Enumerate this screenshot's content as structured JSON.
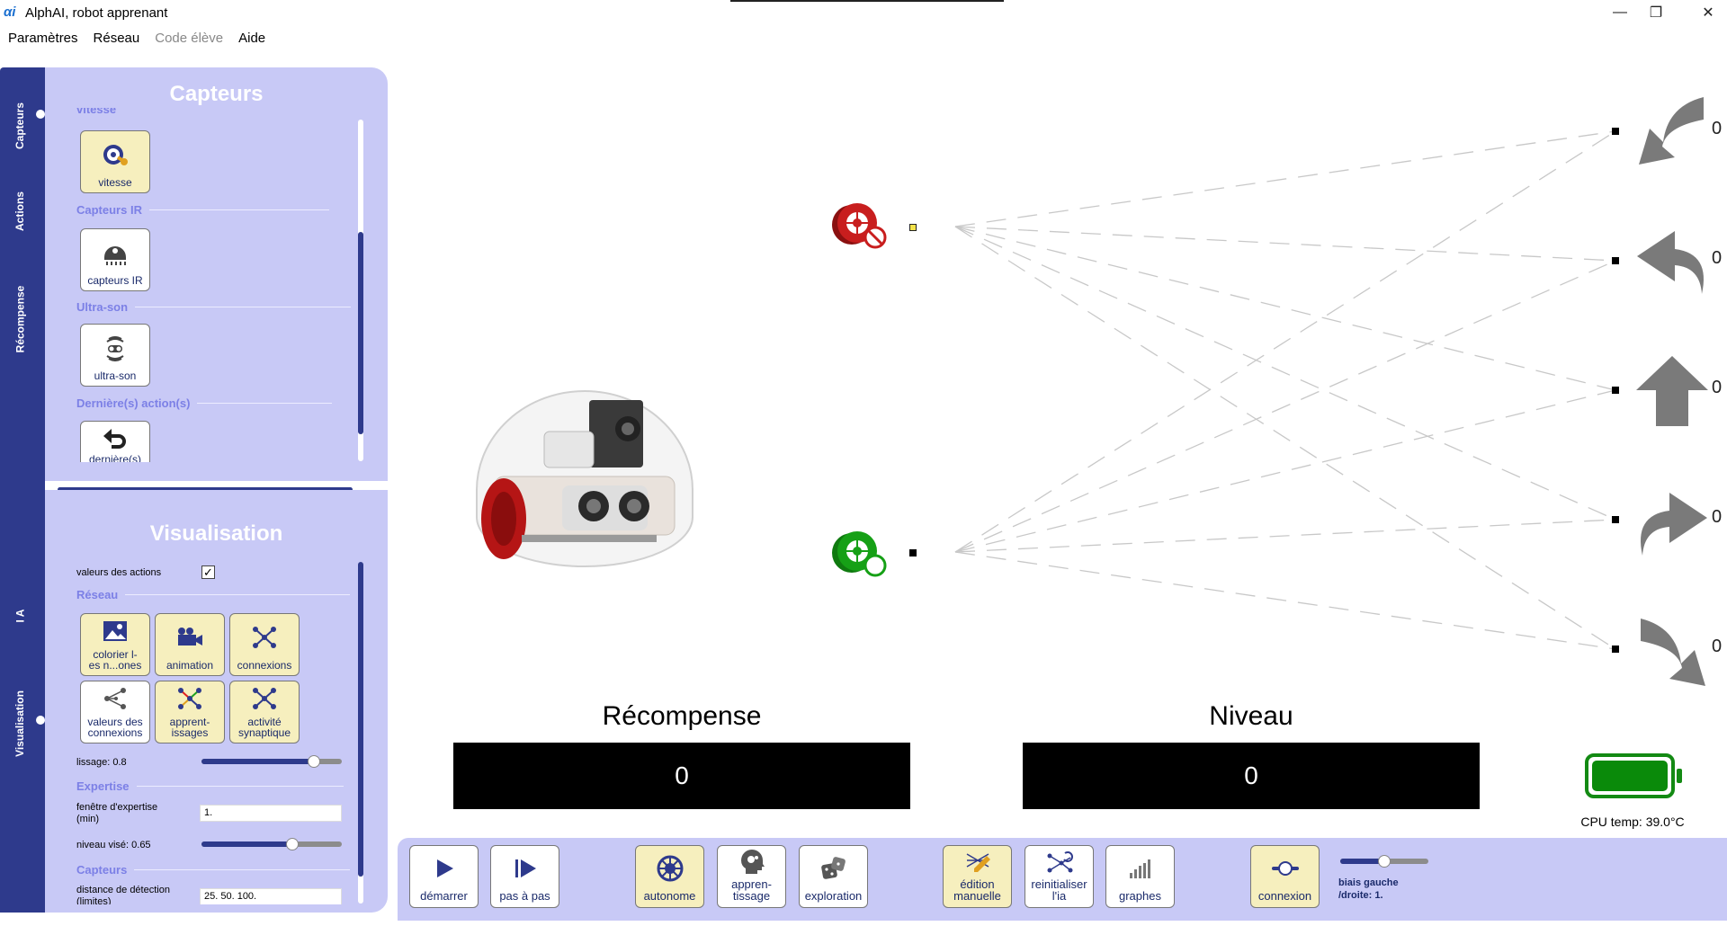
{
  "window": {
    "title": "AlphAI, robot apprenant",
    "logo_text": "αi",
    "minimize_symbol": "—",
    "maximize_symbol": "❐",
    "close_symbol": "✕"
  },
  "menu": {
    "items": [
      "Paramètres",
      "Réseau",
      "Code élève",
      "Aide"
    ]
  },
  "sidebar_tabs": [
    "Capteurs",
    "Actions",
    "Récompense",
    "I A",
    "Visualisation"
  ],
  "capteurs_panel": {
    "title": "Capteurs",
    "cut_label": "vitesse",
    "buttons": {
      "vitesse": "vitesse",
      "capteurs_ir": "capteurs IR",
      "ultra_son": "ultra-son",
      "dernieres": "dernière(s)"
    },
    "sections": {
      "ir": "Capteurs IR",
      "ultra": "Ultra-son",
      "dernieres": "Dernière(s) action(s)"
    }
  },
  "vis_panel": {
    "title": "Visualisation",
    "valeurs_actions_label": "valeurs des actions",
    "valeurs_actions_checked": "✓",
    "reseau_section": "Réseau",
    "buttons": {
      "colorier": "colorier l-\nes n...ones",
      "animation": "animation",
      "connexions": "connexions",
      "valeurs_connexions": "valeurs des\nconnexions",
      "apprentissages": "apprent-\nissages",
      "activite": "activité\nsynaptique"
    },
    "lissage_label": "lissage: 0.8",
    "lissage_value": 0.8,
    "expertise_section": "Expertise",
    "fenetre_label": "fenêtre d'expertise\n(min)",
    "fenetre_value": "1.",
    "niveau_label": "niveau visé: 0.65",
    "niveau_value": 0.65,
    "capteurs_section": "Capteurs",
    "distance_label": "distance de détection\n(limites)",
    "distance_value": "25. 50. 100."
  },
  "network": {
    "output_values": [
      "0",
      "0",
      "0",
      "0",
      "0"
    ]
  },
  "reward": {
    "label": "Récompense",
    "value": "0"
  },
  "level": {
    "label": "Niveau",
    "value": "0"
  },
  "status": {
    "cpu_temp": "CPU temp: 39.0°C",
    "battery_level": 1.0
  },
  "toolbar": {
    "demarrer": "démarrer",
    "pas_a_pas": "pas à pas",
    "autonome": "autonome",
    "apprentissage": "appren-\ntissage",
    "exploration": "exploration",
    "edition": "édition\nmanuelle",
    "reinit": "reinitialiser\nl'ia",
    "graphes": "graphes",
    "connexion": "connexion",
    "bias_label": "biais gauche\n/droite: 1.",
    "bias_value": 0.5
  },
  "colors": {
    "accent_dark": "#2e3a8c",
    "panel_bg": "#c8c9f6",
    "active_button": "#f6efbe",
    "section_label": "#7c80e6",
    "battery_green": "#0a8a0a",
    "sensor_red": "#c81e1e",
    "sensor_green": "#16a016"
  }
}
